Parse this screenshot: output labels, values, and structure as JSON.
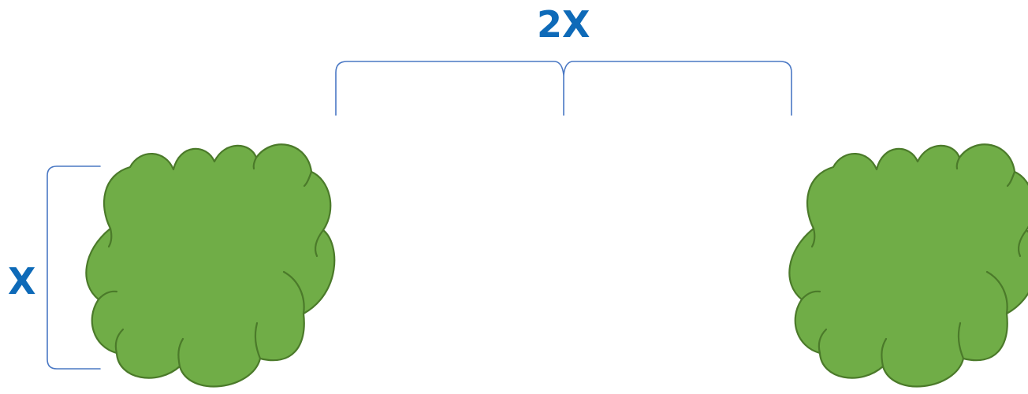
{
  "labels": {
    "top_dimension": "2X",
    "side_dimension": "X"
  },
  "colors": {
    "label": "#0e6ab8",
    "brace": "#4a78c4",
    "bush_fill": "#70ad47",
    "bush_outline": "#4b7a2a"
  },
  "shapes": {
    "left_bush": "cloud",
    "right_bush": "cloud"
  }
}
